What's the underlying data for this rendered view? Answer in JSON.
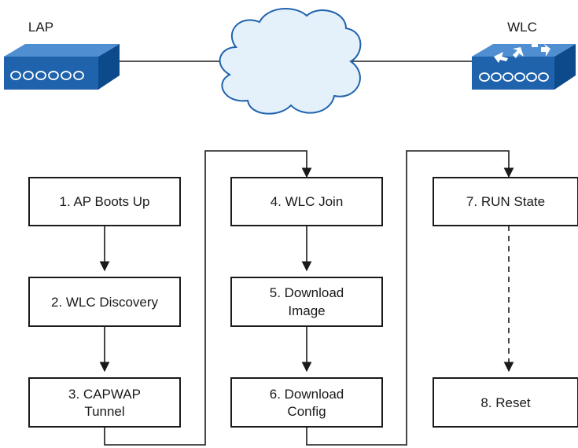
{
  "devices": {
    "lap": {
      "label": "LAP",
      "icon": "access-point-icon"
    },
    "wlc": {
      "label": "WLC",
      "icon": "wireless-controller-icon"
    },
    "network": {
      "icon": "cloud-icon"
    }
  },
  "steps": {
    "s1": {
      "line1": "1. AP Boots Up"
    },
    "s2": {
      "line1": "2. WLC Discovery"
    },
    "s3": {
      "line1": "3. CAPWAP",
      "line2": "Tunnel"
    },
    "s4": {
      "line1": "4. WLC Join"
    },
    "s5": {
      "line1": "5. Download",
      "line2": "Image"
    },
    "s6": {
      "line1": "6. Download",
      "line2": "Config"
    },
    "s7": {
      "line1": "7. RUN State"
    },
    "s8": {
      "line1": "8. Reset"
    }
  },
  "colors": {
    "device_blue": "#1f63ad",
    "device_blue_dark": "#0d4a8c",
    "cloud_fill": "#e4f0fa",
    "cloud_stroke": "#1f63ad",
    "line": "#1a1a1a"
  }
}
